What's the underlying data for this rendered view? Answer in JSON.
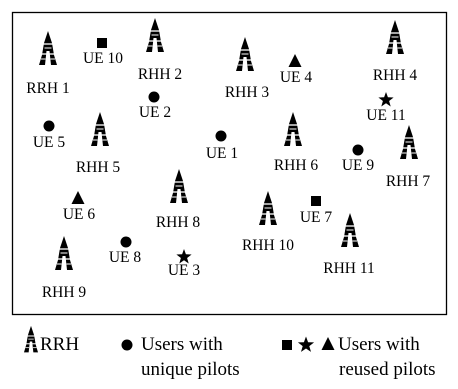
{
  "rrhs": [
    {
      "label": "RRH 1"
    },
    {
      "label": "RHH 2"
    },
    {
      "label": "RHH 3"
    },
    {
      "label": "RHH 4"
    },
    {
      "label": "RHH 5"
    },
    {
      "label": "RHH 6"
    },
    {
      "label": "RHH 7"
    },
    {
      "label": "RHH 8"
    },
    {
      "label": "RHH 9"
    },
    {
      "label": "RHH 10"
    },
    {
      "label": "RHH 11"
    }
  ],
  "users": [
    {
      "label": "UE 1",
      "pilot": "unique",
      "marker": "circle"
    },
    {
      "label": "UE 2",
      "pilot": "unique",
      "marker": "circle"
    },
    {
      "label": "UE 3",
      "pilot": "reused",
      "marker": "star"
    },
    {
      "label": "UE 4",
      "pilot": "reused",
      "marker": "triangle"
    },
    {
      "label": "UE 5",
      "pilot": "unique",
      "marker": "circle"
    },
    {
      "label": "UE 6",
      "pilot": "reused",
      "marker": "triangle"
    },
    {
      "label": "UE 7",
      "pilot": "reused",
      "marker": "square"
    },
    {
      "label": "UE 8",
      "pilot": "unique",
      "marker": "circle"
    },
    {
      "label": "UE 9",
      "pilot": "unique",
      "marker": "circle"
    },
    {
      "label": "UE 10",
      "pilot": "reused",
      "marker": "square"
    },
    {
      "label": "UE 11",
      "pilot": "reused",
      "marker": "star"
    }
  ],
  "legend": {
    "rrh": "RRH",
    "unique_line1": "Users with",
    "unique_line2": "unique pilots",
    "reused_line1": "Users with",
    "reused_line2": "reused pilots"
  }
}
